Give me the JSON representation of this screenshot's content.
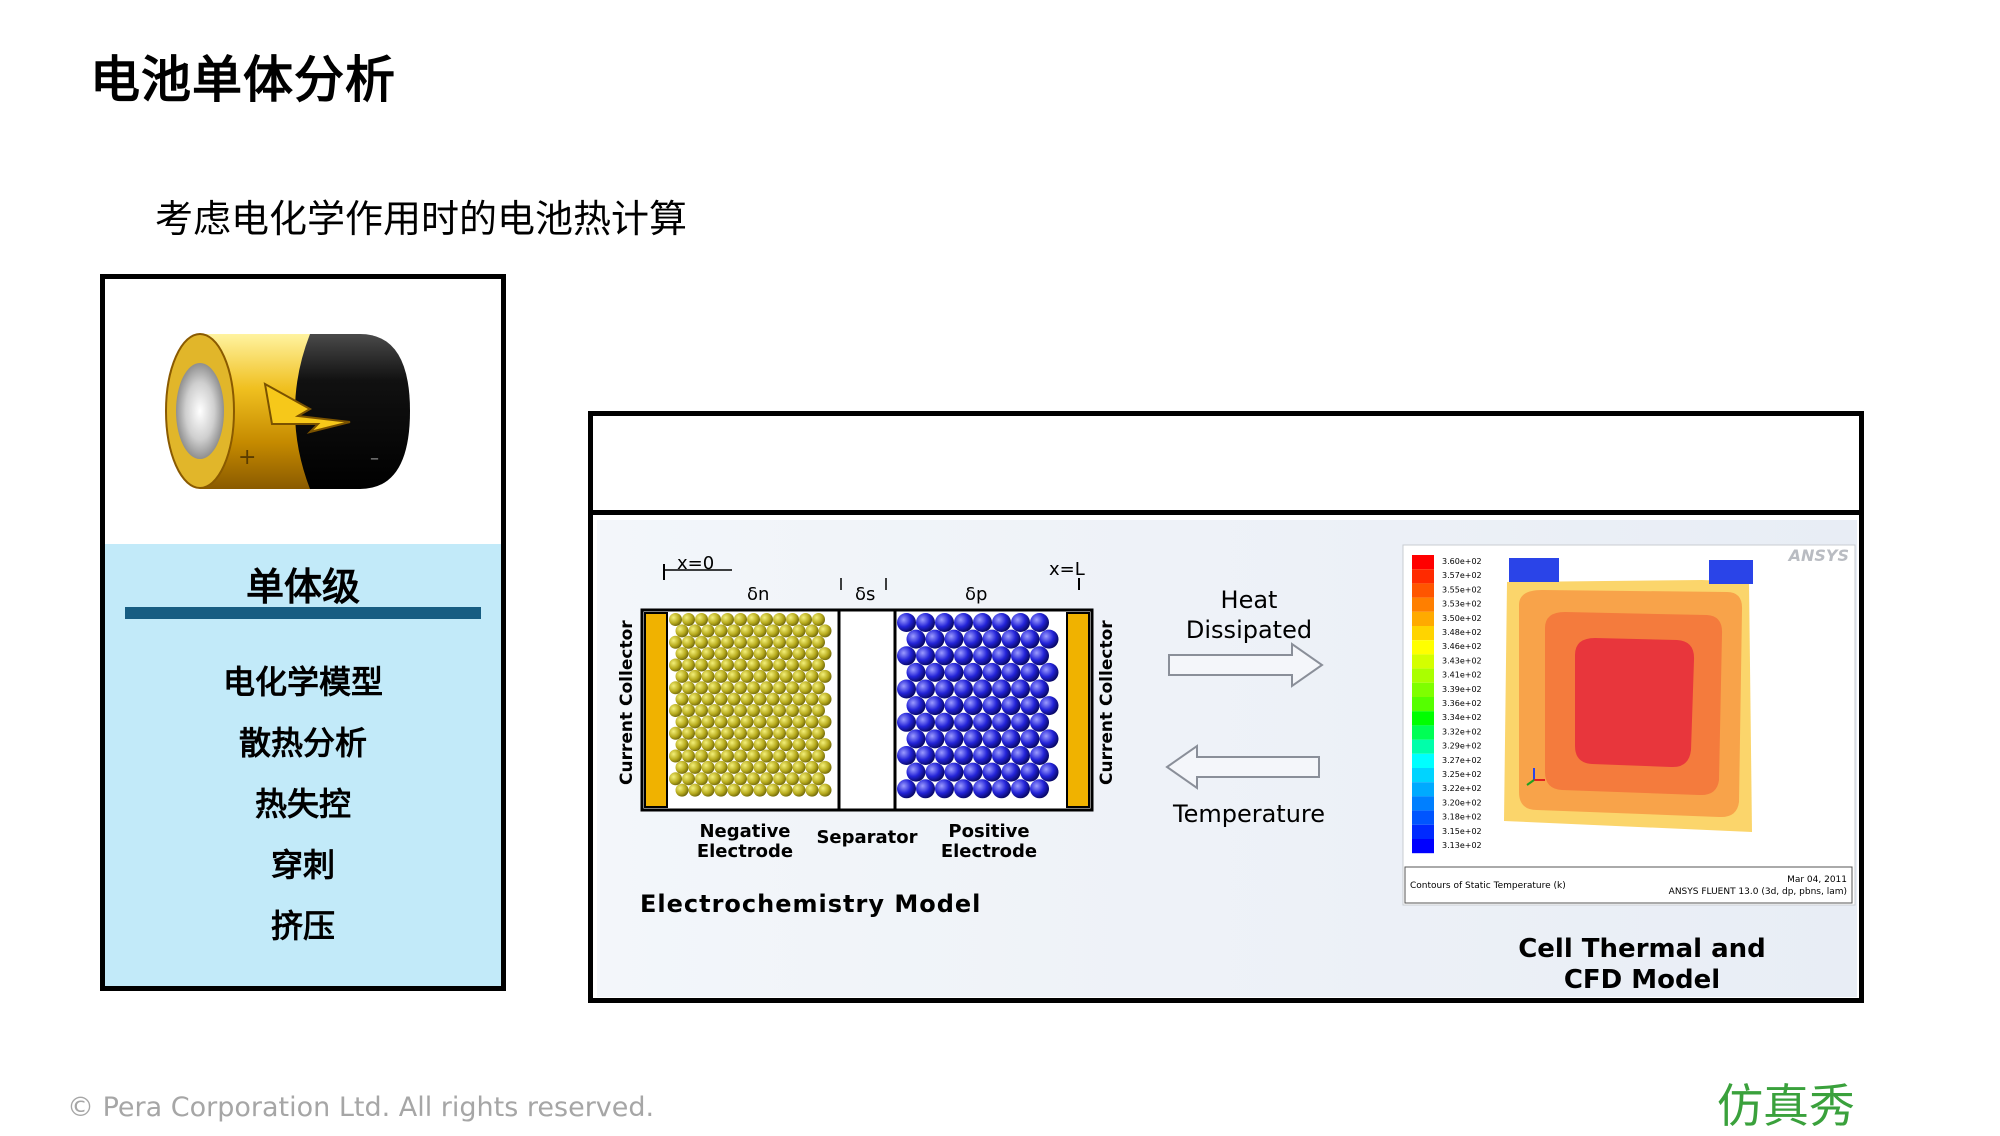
{
  "slide": {
    "title": "电池单体分析",
    "subtitle": "考虑电化学作用时的电池热计算"
  },
  "left_panel": {
    "level_title": "单体级",
    "items": [
      "电化学模型",
      "散热分析",
      "热失控",
      "穿刺",
      "挤压"
    ]
  },
  "figure": {
    "x0_label": "x=0",
    "xL_label": "x=L",
    "delta_n": "δn",
    "delta_s": "δs",
    "delta_p": "δp",
    "current_collector_left": "Current Collector",
    "current_collector_right": "Current Collector",
    "negative_electrode_1": "Negative",
    "negative_electrode_2": "Electrode",
    "separator": "Separator",
    "positive_electrode_1": "Positive",
    "positive_electrode_2": "Electrode",
    "model_label": "Electrochemistry Model",
    "heat_1": "Heat",
    "heat_2": "Dissipated",
    "temperature": "Temperature",
    "contour": {
      "legend_values": [
        "3.60e+02",
        "3.57e+02",
        "3.55e+02",
        "3.53e+02",
        "3.50e+02",
        "3.48e+02",
        "3.46e+02",
        "3.43e+02",
        "3.41e+02",
        "3.39e+02",
        "3.36e+02",
        "3.34e+02",
        "3.32e+02",
        "3.29e+02",
        "3.27e+02",
        "3.25e+02",
        "3.22e+02",
        "3.20e+02",
        "3.18e+02",
        "3.15e+02",
        "3.13e+02"
      ],
      "legend_colors": [
        "#ff0000",
        "#ff2a00",
        "#ff5500",
        "#ff7f00",
        "#ffaa00",
        "#ffd400",
        "#ffff00",
        "#d4ff00",
        "#aaff00",
        "#7fff00",
        "#55ff00",
        "#00ff00",
        "#00ff55",
        "#00ffaa",
        "#00ffff",
        "#00d4ff",
        "#00aaff",
        "#007fff",
        "#0055ff",
        "#002aff",
        "#0000ff"
      ],
      "brand": "ANSYS",
      "caption": "Contours of Static Temperature (k)",
      "date": "Mar 04, 2011",
      "solver": "ANSYS FLUENT 13.0 (3d, dp, pbns, lam)"
    },
    "cfd_label_1": "Cell Thermal and",
    "cfd_label_2": "CFD Model"
  },
  "footer": {
    "copyright": "© Pera Corporation Ltd. All rights reserved.",
    "logo": "仿真秀"
  }
}
